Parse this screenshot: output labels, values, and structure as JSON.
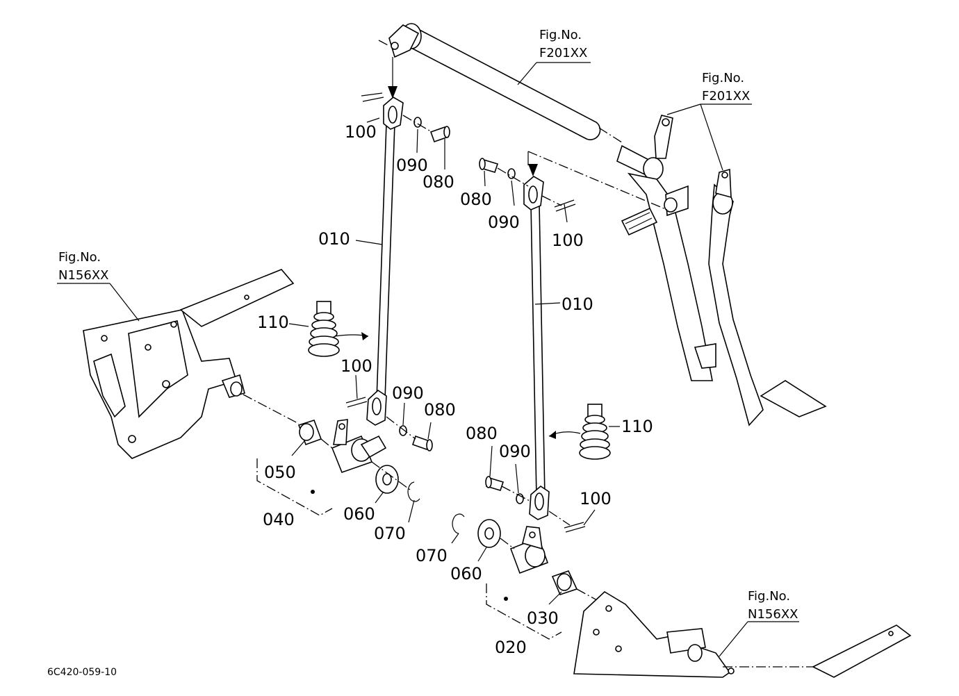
{
  "diagram": {
    "drawing_code": "6C420-059-10",
    "figure_refs": [
      {
        "id": "f1",
        "line1": "Fig.No.",
        "line2": "F201XX"
      },
      {
        "id": "f2",
        "line1": "Fig.No.",
        "line2": "F201XX"
      },
      {
        "id": "f3",
        "line1": "Fig.No.",
        "line2": "N156XX"
      },
      {
        "id": "f4",
        "line1": "Fig.No.",
        "line2": "N156XX"
      }
    ],
    "callouts": [
      {
        "id": "c1",
        "text": "100"
      },
      {
        "id": "c2",
        "text": "090"
      },
      {
        "id": "c3",
        "text": "080"
      },
      {
        "id": "c4",
        "text": "080"
      },
      {
        "id": "c5",
        "text": "090"
      },
      {
        "id": "c6",
        "text": "100"
      },
      {
        "id": "c7",
        "text": "010"
      },
      {
        "id": "c8",
        "text": "010"
      },
      {
        "id": "c9",
        "text": "110"
      },
      {
        "id": "c10",
        "text": "100"
      },
      {
        "id": "c11",
        "text": "090"
      },
      {
        "id": "c12",
        "text": "080"
      },
      {
        "id": "c13",
        "text": "110"
      },
      {
        "id": "c14",
        "text": "080"
      },
      {
        "id": "c15",
        "text": "090"
      },
      {
        "id": "c16",
        "text": "050"
      },
      {
        "id": "c17",
        "text": "040"
      },
      {
        "id": "c18",
        "text": "060"
      },
      {
        "id": "c19",
        "text": "070"
      },
      {
        "id": "c20",
        "text": "100"
      },
      {
        "id": "c21",
        "text": "070"
      },
      {
        "id": "c22",
        "text": "060"
      },
      {
        "id": "c23",
        "text": "030"
      },
      {
        "id": "c24",
        "text": "020"
      }
    ]
  }
}
